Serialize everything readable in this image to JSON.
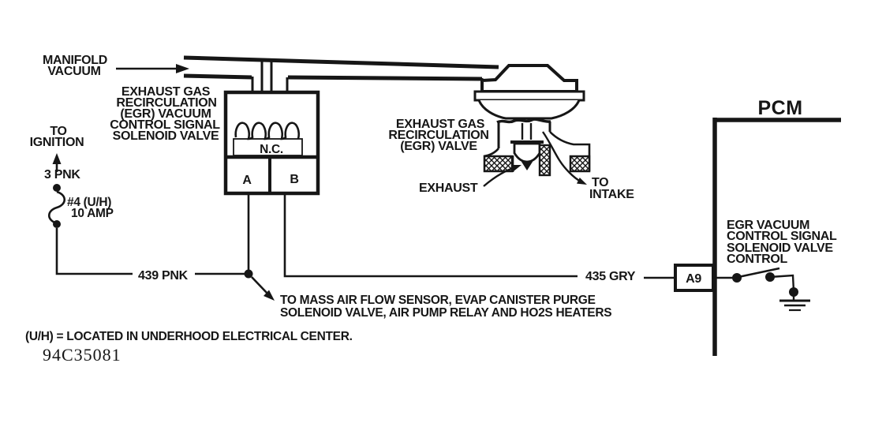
{
  "title": "EGR vacuum control signal solenoid valve wiring diagram",
  "colors": {
    "ink": "#161616",
    "paper": "#ffffff"
  },
  "labels": {
    "manifold_vacuum": [
      "MANIFOLD",
      "VACUUM"
    ],
    "egr_solenoid_name": [
      "EXHAUST GAS",
      "RECIRCULATION",
      "(EGR) VACUUM",
      "CONTROL SIGNAL",
      "SOLENOID VALVE"
    ],
    "solenoid_nc": "N.C.",
    "terminal_a": "A",
    "terminal_b": "B",
    "to_ignition": [
      "TO",
      "IGNITION"
    ],
    "wire_3_pnk": "3 PNK",
    "fuse": [
      "#4 (U/H)",
      "10 AMP"
    ],
    "wire_439_pnk": "439 PNK",
    "wire_435_gry": "435 GRY",
    "egr_valve_name": [
      "EXHAUST GAS",
      "RECIRCULATION",
      "(EGR) VALVE"
    ],
    "exhaust": "EXHAUST",
    "to_intake": [
      "TO",
      "INTAKE"
    ],
    "pcm": "PCM",
    "pcm_pin": "A9",
    "pcm_function": [
      "EGR VACUUM",
      "CONTROL SIGNAL",
      "SOLENOID VALVE",
      "CONTROL"
    ],
    "branch_note": [
      "TO MASS AIR FLOW SENSOR, EVAP CANISTER PURGE",
      "SOLENOID VALVE, AIR PUMP RELAY AND HO2S HEATERS"
    ],
    "footnote": "(U/H) = LOCATED IN UNDERHOOD ELECTRICAL CENTER.",
    "document_number": "94C35081"
  }
}
